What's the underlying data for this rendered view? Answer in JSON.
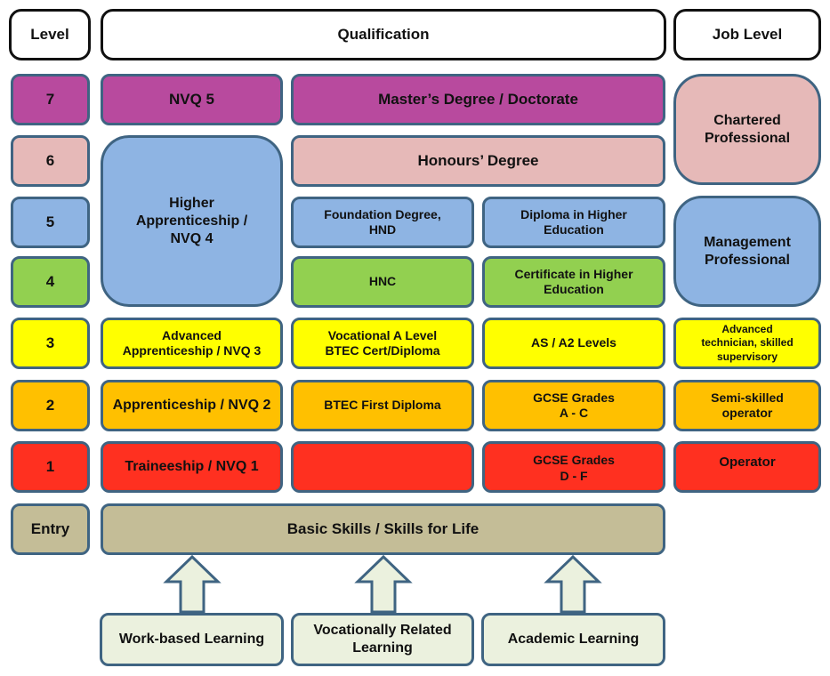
{
  "headers": {
    "level": "Level",
    "qualification": "Qualification",
    "job_level": "Job Level"
  },
  "levels": [
    "7",
    "6",
    "5",
    "4",
    "3",
    "2",
    "1",
    "Entry"
  ],
  "qualifications": {
    "nvq5": "NVQ 5",
    "masters": "Master’s Degree / Doctorate",
    "higher_apprenticeship": "Higher\nApprenticeship /\nNVQ 4",
    "honours": "Honours’ Degree",
    "foundation": "Foundation Degree,\nHND",
    "diploma_he": "Diploma in Higher\nEducation",
    "hnc": "HNC",
    "certificate_he": "Certificate in Higher\nEducation",
    "advanced_apprenticeship": "Advanced\nApprenticeship / NVQ 3",
    "vocational_a_level": "Vocational A Level\nBTEC Cert/Diploma",
    "as_a2": "AS / A2 Levels",
    "apprenticeship": "Apprenticeship / NVQ 2",
    "btec_first": "BTEC First Diploma",
    "gcse_ac": "GCSE Grades\nA - C",
    "traineeship": "Traineeship / NVQ 1",
    "level1_vocational": "",
    "gcse_df": "GCSE Grades\nD - F",
    "basic_skills": "Basic Skills / Skills for Life"
  },
  "job_levels": {
    "chartered": "Chartered\nProfessional",
    "management": "Management\nProfessional",
    "advanced_technician": "Advanced\ntechnician, skilled\nsupervisory",
    "semi_skilled": "Semi-skilled\noperator",
    "operator": "Operator"
  },
  "learning_routes": {
    "work_based": "Work-based Learning",
    "vocational": "Vocationally Related\nLearning",
    "academic": "Academic Learning"
  },
  "colors": {
    "level7": "#b84a9e",
    "level6": "#e6b9b8",
    "level5": "#8eb4e3",
    "level4": "#92d050",
    "level3": "#ffff00",
    "level2": "#ffc000",
    "level1": "#ff3020",
    "entry": "#c4bd97",
    "route": "#ebf1de",
    "border": "#3f6482"
  }
}
